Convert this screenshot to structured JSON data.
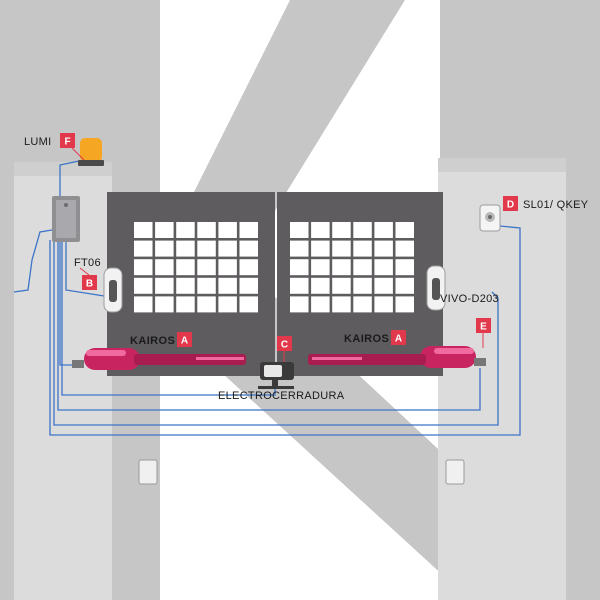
{
  "colors": {
    "background_letter": "#c6c6c6",
    "pillar": "#dcdcdc",
    "gate_panel": "#5e5c5f",
    "grid_cell": "#ffffff",
    "badge": "#e2384b",
    "arm": "#c8245f",
    "arm_highlight": "#f06aa0",
    "wire": "#3c74c8",
    "lamp": "#f5a623"
  },
  "labels": {
    "lumi": "LUMI",
    "ft06": "FT06",
    "kairos_left": "KAIROS",
    "kairos_right": "KAIROS",
    "electrocerradura": "ELECTROCERRADURA",
    "sl01_qkey": "SL01/ QKEY",
    "vivo_d203": "VIVO-D203"
  },
  "badges": {
    "lumi": "F",
    "ft06": "B",
    "kairos_left": "A",
    "kairos_right": "A",
    "electrocerradura": "C",
    "sl01_qkey": "D",
    "vivo_d203": "E"
  },
  "icons": {
    "flashing_lamp": "lamp-icon",
    "control_box": "control-unit-icon",
    "photocell": "photocell-icon",
    "key_selector": "key-selector-icon",
    "electric_lock": "lock-icon",
    "actuator": "linear-actuator-icon"
  }
}
